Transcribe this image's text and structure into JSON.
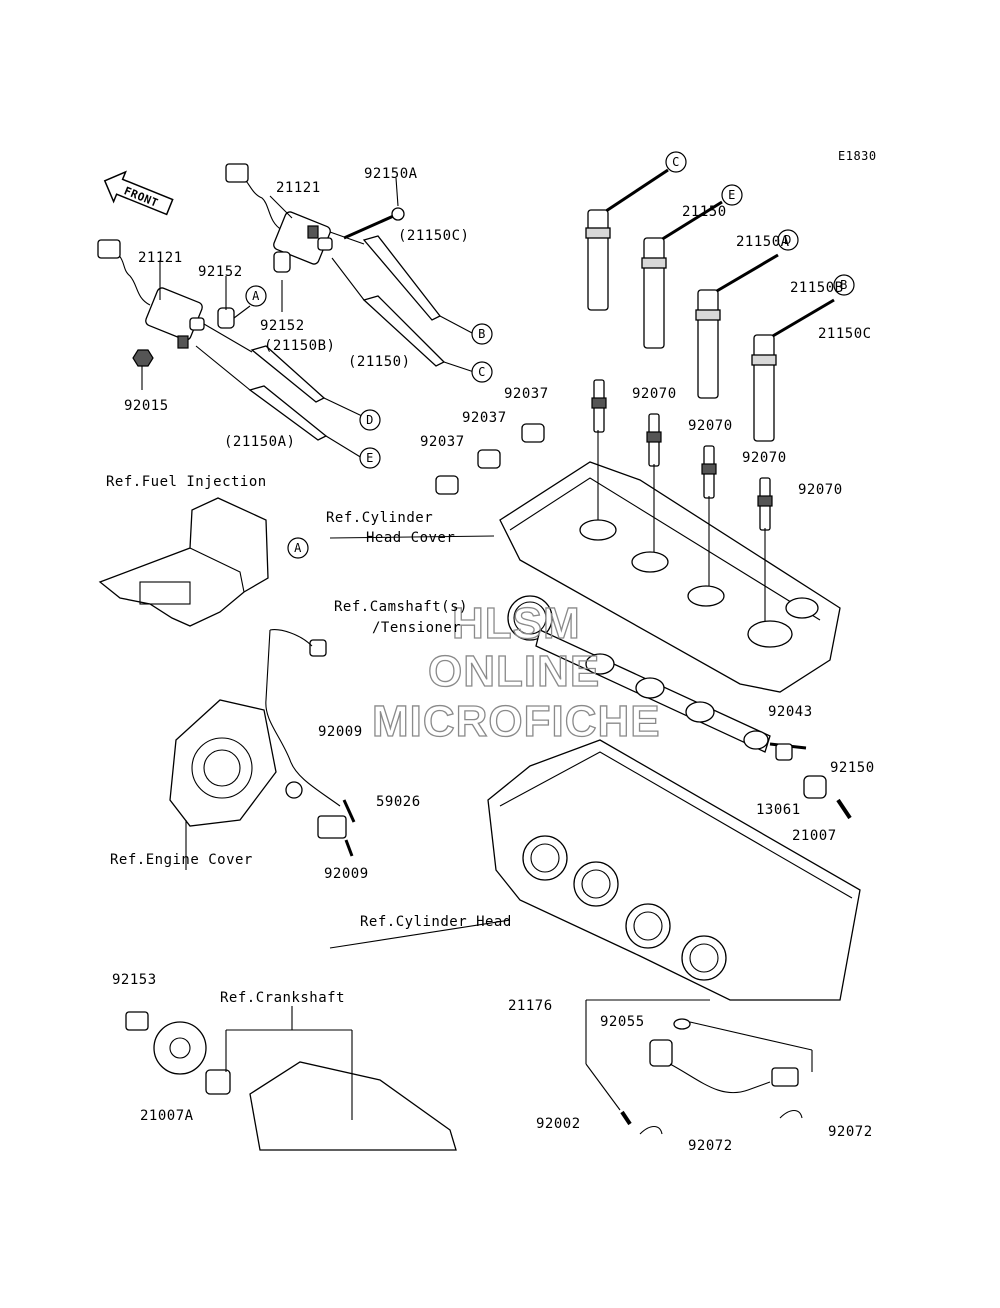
{
  "diagram_code": "E1830",
  "front_label": "FRONT",
  "watermark": [
    "HLSM",
    "ONLINE",
    "MICROFICHE"
  ],
  "parts": {
    "p21121_a": "21121",
    "p21121_b": "21121",
    "p92150A": "92150A",
    "p92152_a": "92152",
    "p92152_b": "92152",
    "p21150C_paren": "(21150C)",
    "p21150B_paren": "(21150B)",
    "p21150_paren": "(21150)",
    "p21150A_paren": "(21150A)",
    "p92015": "92015",
    "p21150": "21150",
    "p21150A": "21150A",
    "p21150B": "21150B",
    "p21150C": "21150C",
    "p92070_1": "92070",
    "p92070_2": "92070",
    "p92070_3": "92070",
    "p92070_4": "92070",
    "p92037_1": "92037",
    "p92037_2": "92037",
    "p92037_3": "92037",
    "p92009_1": "92009",
    "p92009_2": "92009",
    "p59026": "59026",
    "p92043": "92043",
    "p92150": "92150",
    "p13061": "13061",
    "p21007": "21007",
    "p92153": "92153",
    "p21007A": "21007A",
    "p21176": "21176",
    "p92055": "92055",
    "p92002": "92002",
    "p92072_1": "92072",
    "p92072_2": "92072"
  },
  "refs": {
    "fuel_injection": "Ref.Fuel Injection",
    "cyl_head_cover_1": "Ref.Cylinder",
    "cyl_head_cover_2": "Head Cover",
    "camshaft_1": "Ref.Camshaft(s)",
    "camshaft_2": "/Tensioner",
    "engine_cover": "Ref.Engine Cover",
    "cylinder_head": "Ref.Cylinder Head",
    "crankshaft": "Ref.Crankshaft"
  },
  "callouts": {
    "A": "A",
    "B": "B",
    "C": "C",
    "D": "D",
    "E": "E"
  }
}
